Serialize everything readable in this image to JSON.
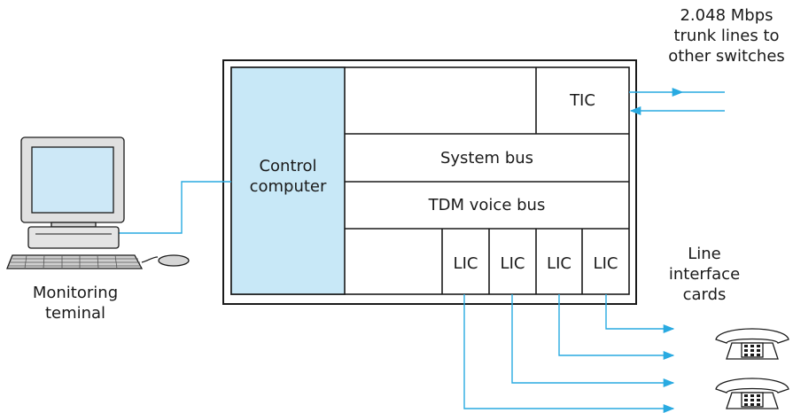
{
  "colors": {
    "accent_line": "#29aae1",
    "control_fill": "#c8e8f7",
    "outline": "#1a1a1a"
  },
  "switch_box": {
    "control_computer": [
      "Control",
      "computer"
    ],
    "tic": "TIC",
    "system_bus": "System bus",
    "tdm_voice_bus": "TDM voice bus",
    "lic_cards": [
      "LIC",
      "LIC",
      "LIC",
      "LIC"
    ]
  },
  "trunk_label": [
    "2.048 Mbps",
    "trunk lines to",
    "other switches"
  ],
  "line_cards_label": [
    "Line",
    "interface",
    "cards"
  ],
  "terminal_label": [
    "Monitoring",
    "teminal"
  ],
  "icons": [
    "computer-terminal-icon",
    "telephone-icon",
    "telephone-icon"
  ]
}
